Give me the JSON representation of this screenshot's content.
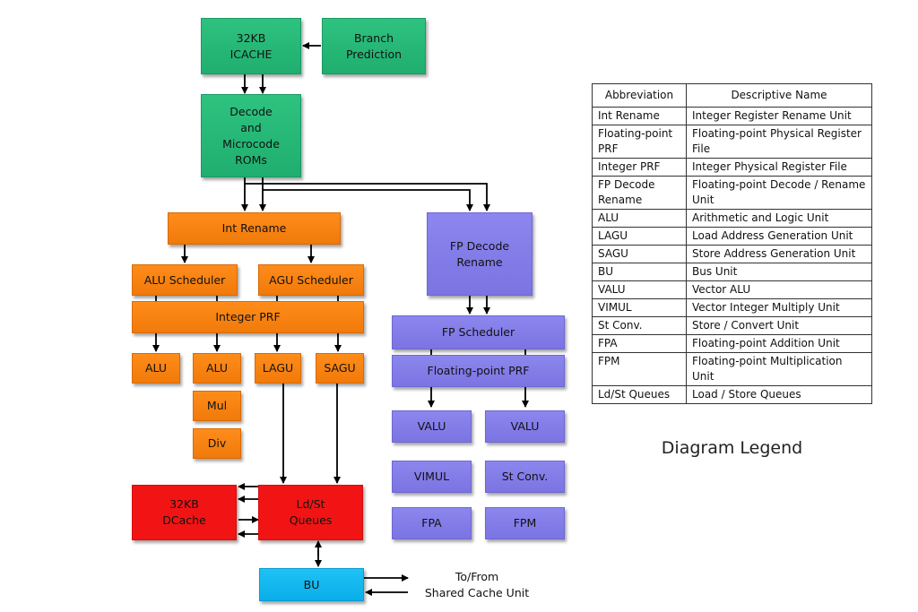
{
  "blocks": {
    "icache": "32KB\nICACHE",
    "branch_prediction": "Branch\nPrediction",
    "decode": "Decode\nand\nMicrocode\nROMs",
    "int_rename": "Int Rename",
    "alu_scheduler": "ALU Scheduler",
    "agu_scheduler": "AGU Scheduler",
    "integer_prf": "Integer PRF",
    "alu1": "ALU",
    "alu2": "ALU",
    "mul": "Mul",
    "div": "Div",
    "lagu": "LAGU",
    "sagu": "SAGU",
    "dcache": "32KB\nDCache",
    "ldst_queues": "Ld/St\nQueues",
    "bu": "BU",
    "fp_decode_rename": "FP Decode\nRename",
    "fp_scheduler": "FP Scheduler",
    "fp_prf": "Floating-point PRF",
    "valu1": "VALU",
    "valu2": "VALU",
    "vimul": "VIMUL",
    "st_conv": "St Conv.",
    "fpa": "FPA",
    "fpm": "FPM"
  },
  "external_note": "To/From\nShared Cache Unit",
  "legend": {
    "caption": "Diagram Legend",
    "headers": [
      "Abbreviation",
      "Descriptive Name"
    ],
    "rows": [
      [
        "Int Rename",
        "Integer Register Rename Unit"
      ],
      [
        "Floating-point PRF",
        "Floating-point Physical Register File"
      ],
      [
        "Integer PRF",
        "Integer Physical Register File"
      ],
      [
        "FP Decode Rename",
        "Floating-point Decode / Rename Unit"
      ],
      [
        "ALU",
        "Arithmetic and Logic Unit"
      ],
      [
        "LAGU",
        "Load Address Generation Unit"
      ],
      [
        "SAGU",
        "Store Address Generation Unit"
      ],
      [
        "BU",
        "Bus Unit"
      ],
      [
        "VALU",
        "Vector ALU"
      ],
      [
        "VIMUL",
        "Vector Integer Multiply Unit"
      ],
      [
        "St Conv.",
        "Store / Convert Unit"
      ],
      [
        "FPA",
        "Floating-point Addition Unit"
      ],
      [
        "FPM",
        "Floating-point Multiplication Unit"
      ],
      [
        "Ld/St Queues",
        "Load / Store Queues"
      ]
    ]
  }
}
